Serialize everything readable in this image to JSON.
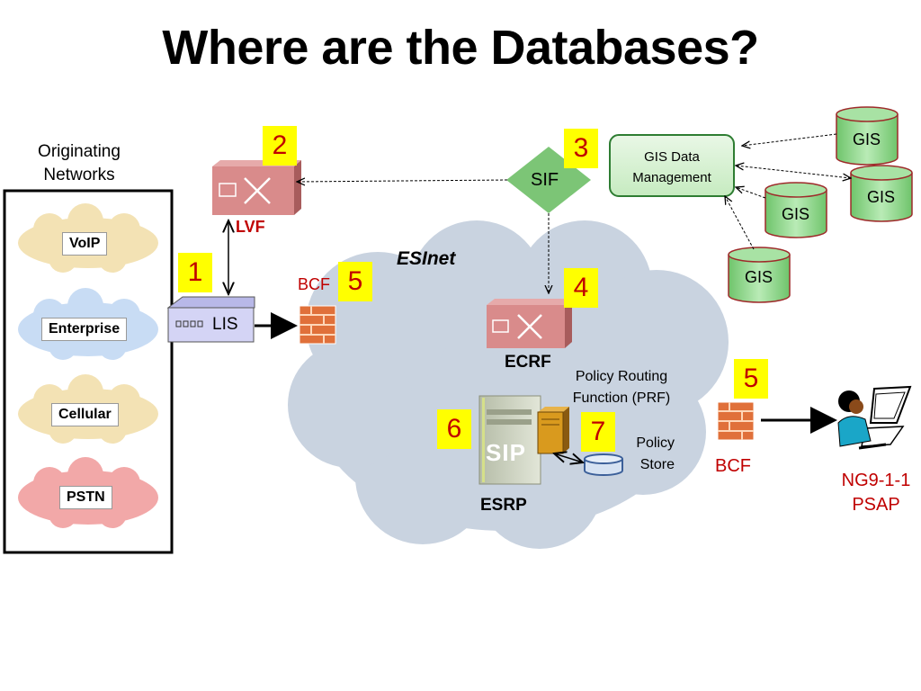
{
  "title": "Where are the Databases?",
  "originating": {
    "label": "Originating\nNetworks",
    "networks": [
      "VoIP",
      "Enterprise",
      "Cellular",
      "PSTN"
    ]
  },
  "lis_label": "LIS",
  "lvf_label": "LVF",
  "sif_label": "SIF",
  "gis_mgmt_label": "GIS Data\nManagement",
  "gis_labels": [
    "GIS",
    "GIS",
    "GIS",
    "GIS"
  ],
  "esinet_label": "ESInet",
  "bcf_label": "BCF",
  "ecrf_label": "ECRF",
  "prf_label": "Policy Routing\nFunction (PRF)",
  "policy_store_label": "Policy\nStore",
  "esrp_label": "ESRP",
  "sip_label": "SIP",
  "psap_label": "NG9-1-1\nPSAP",
  "numbers": {
    "lis": "1",
    "lvf": "2",
    "sif": "3",
    "ecrf": "4",
    "bcf_in": "5",
    "bcf_out": "5",
    "esrp": "6",
    "prf": "7"
  },
  "colors": {
    "cloud_tan": "#f3e2b4",
    "cloud_blue": "#c8dcf4",
    "cloud_pink": "#f2a8a8",
    "esinet_cloud": "#c9d3e0",
    "sif_diamond": "#7cc576",
    "gis_green": "#8dd58a",
    "gis_border": "#9e2a2a",
    "router": "#d98b8b",
    "lis_box": "#d4d4f5",
    "number_box": "#ffff00",
    "number_text": "#c00000"
  }
}
